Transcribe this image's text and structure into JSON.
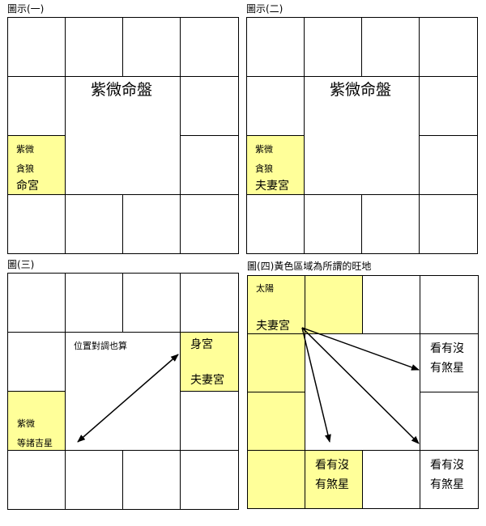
{
  "figures": [
    {
      "caption": "圖示(一)",
      "center_title": "紫微命盤",
      "highlight_cell": {
        "stars": [
          "紫微",
          "貪狼"
        ],
        "palace": "命宮"
      }
    },
    {
      "caption": "圖示(二)",
      "center_title": "紫微命盤",
      "highlight_cell": {
        "stars": [
          "紫微",
          "貪狼"
        ],
        "palace": "夫妻宮"
      }
    },
    {
      "caption": "圖(三)",
      "center_note": "位置對調也算",
      "left_cell": {
        "lines": [
          "紫微",
          "等諸吉星"
        ]
      },
      "right_cell": {
        "lines": [
          "身宮",
          "夫妻宮"
        ]
      }
    },
    {
      "caption": "圖(四)黃色區域為所謂的旺地",
      "corner_cell": {
        "star": "太陽",
        "palace": "夫妻宮"
      },
      "check_label_line1": "看有沒",
      "check_label_line2": "有煞星"
    }
  ],
  "colors": {
    "highlight": "#ffff99",
    "grid": "#000000"
  }
}
